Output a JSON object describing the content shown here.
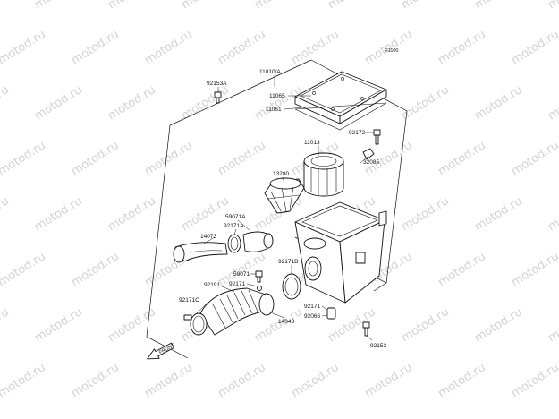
{
  "diagram": {
    "code": "E1100",
    "watermark": "motod.ru",
    "arrow_text": "FRONT",
    "labels": {
      "l11010": "11010/A",
      "l92153a": "92153A",
      "l11065": "11065",
      "l11061": "11061",
      "l92172": "92172",
      "l11013": "11013",
      "l32085": "32085",
      "l13280": "13280",
      "l59071a": "59071A",
      "l92171a": "92171A",
      "l14073": "14073",
      "l59071": "59071",
      "l92171b": "92171B",
      "l92191": "92191",
      "l92171": "92171",
      "l92171c": "92171C",
      "l92171b2": "92171",
      "l92066": "92066",
      "l14043": "14043",
      "l92153": "92153"
    }
  }
}
